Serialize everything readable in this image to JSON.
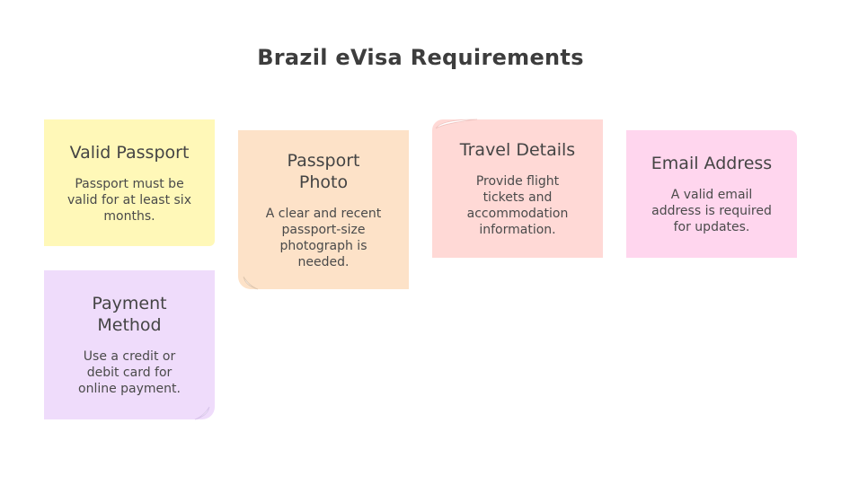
{
  "title": "Brazil eVisa Requirements",
  "notes": [
    {
      "title": "Valid Passport",
      "body": "Passport must be valid for at least six months.",
      "color": "#fff8b8"
    },
    {
      "title": "Passport Photo",
      "body": "A clear and recent passport-size photograph is needed.",
      "color": "#fde2c8"
    },
    {
      "title": "Travel Details",
      "body": "Provide flight tickets and accommodation information.",
      "color": "#ffd9d6"
    },
    {
      "title": "Email Address",
      "body": "A valid email address is required for updates.",
      "color": "#ffd6ee"
    },
    {
      "title": "Payment Method",
      "body": "Use a credit or debit card for online payment.",
      "color": "#efdcfb"
    }
  ]
}
